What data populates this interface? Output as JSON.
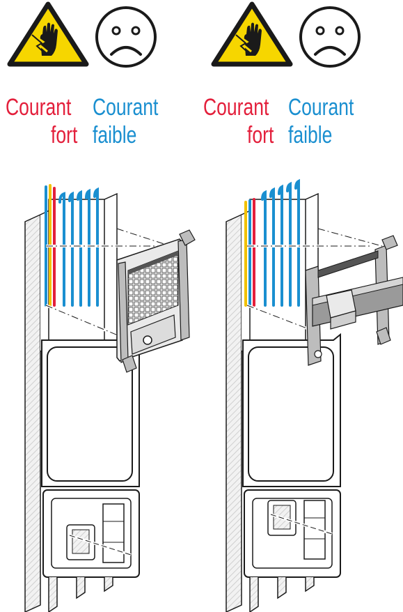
{
  "labels": {
    "strong": {
      "line1": "Courant",
      "line2": "fort"
    },
    "weak": {
      "line1": "Courant",
      "line2": "faible"
    }
  },
  "colors": {
    "strong_current": "#e31f3b",
    "weak_current": "#1a8fd0",
    "warning_yellow": "#f6d600",
    "outline": "#1a1a1a",
    "hatch": "#d9d9d9",
    "wire_yellow": "#f2c100"
  },
  "icons": {
    "warning": "electric-shock-warning-icon",
    "face": "sad-face-icon"
  }
}
